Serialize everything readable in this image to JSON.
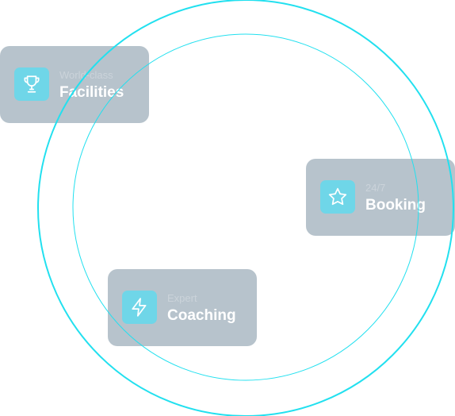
{
  "ring_color": "#22e0ef",
  "cards": [
    {
      "subtitle": "World-class",
      "title": "Facilities",
      "icon": "trophy-icon"
    },
    {
      "subtitle": "24/7",
      "title": "Booking",
      "icon": "star-icon"
    },
    {
      "subtitle": "Expert",
      "title": "Coaching",
      "icon": "lightning-icon"
    }
  ]
}
